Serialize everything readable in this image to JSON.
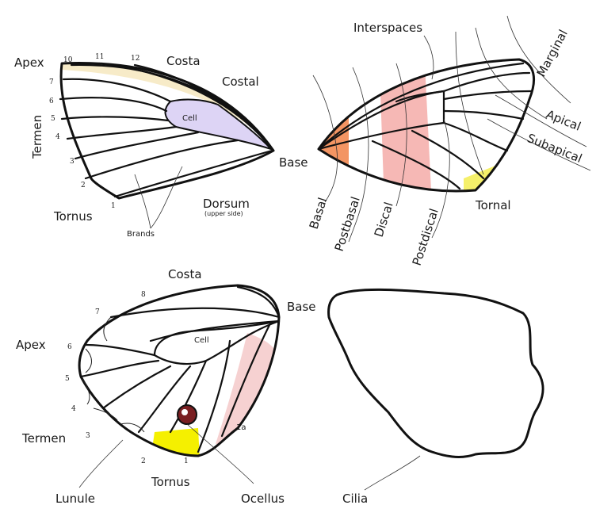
{
  "upper_left": {
    "labels": {
      "apex": "Apex",
      "costa": "Costa",
      "costal": "Costal",
      "termen": "Termen",
      "cell": "Cell",
      "base": "Base",
      "tornus": "Tornus",
      "dorsum": "Dorsum",
      "dorsum_sub": "(upper side)",
      "brands": "Brands"
    },
    "vein_numbers": [
      "10",
      "11",
      "12",
      "7",
      "6",
      "5",
      "4",
      "3",
      "2",
      "1"
    ],
    "colors": {
      "cell_fill": "#ddd4f5",
      "costal_fill": "#f3e2b0"
    }
  },
  "upper_right": {
    "labels": {
      "interspaces": "Interspaces",
      "marginal": "Marginal",
      "apical": "Apical",
      "subapical": "Subapical",
      "basal": "Basal",
      "postbasal": "Postbasal",
      "discal": "Discal",
      "postdiscal": "Postdiscal",
      "tornal": "Tornal"
    },
    "colors": {
      "basal": "#f07a3c",
      "discal": "#f29a96",
      "tornal": "#f5f06a"
    }
  },
  "lower_left": {
    "labels": {
      "costa": "Costa",
      "base": "Base",
      "apex": "Apex",
      "cell": "Cell",
      "termen": "Termen",
      "lunule": "Lunule",
      "tornus": "Tornus",
      "ocellus": "Ocellus",
      "vein_1a": "1a"
    },
    "vein_numbers": [
      "8",
      "7",
      "6",
      "5",
      "4",
      "3",
      "2",
      "1"
    ],
    "colors": {
      "tornal": "#f5f000",
      "dorsal_band": "#f5cccc",
      "ocellus": "#7a1f22"
    }
  },
  "lower_right": {
    "labels": {
      "cilia": "Cilia"
    }
  }
}
